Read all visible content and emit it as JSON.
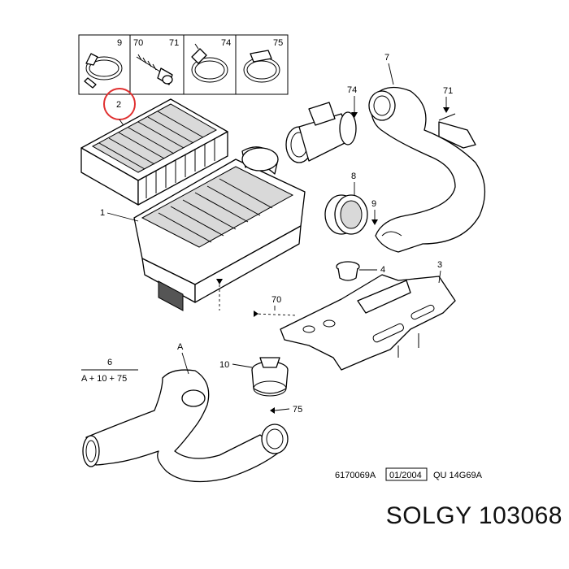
{
  "header_boxes": [
    {
      "label": "9"
    },
    {
      "label": "70"
    },
    {
      "label": "71"
    },
    {
      "label": "74"
    },
    {
      "label": "75"
    }
  ],
  "callouts": {
    "filter": "2",
    "airbox": "1",
    "hose7": "7",
    "sensor74": "74",
    "screw71": "71",
    "ring8": "8",
    "clamp9": "9",
    "grommet4": "4",
    "bracket3": "3",
    "screw70": "70",
    "kit6": "6",
    "kit6_formula": "A + 10 + 75",
    "hoseA": "A",
    "coupling10": "10",
    "clamp75": "75"
  },
  "reference": {
    "code": "6170069A",
    "date": "01/2004",
    "model": "QU 14G69A"
  },
  "brand": "SOLGY 103068",
  "colors": {
    "highlight_circle": "#e03030",
    "line": "#000000"
  }
}
